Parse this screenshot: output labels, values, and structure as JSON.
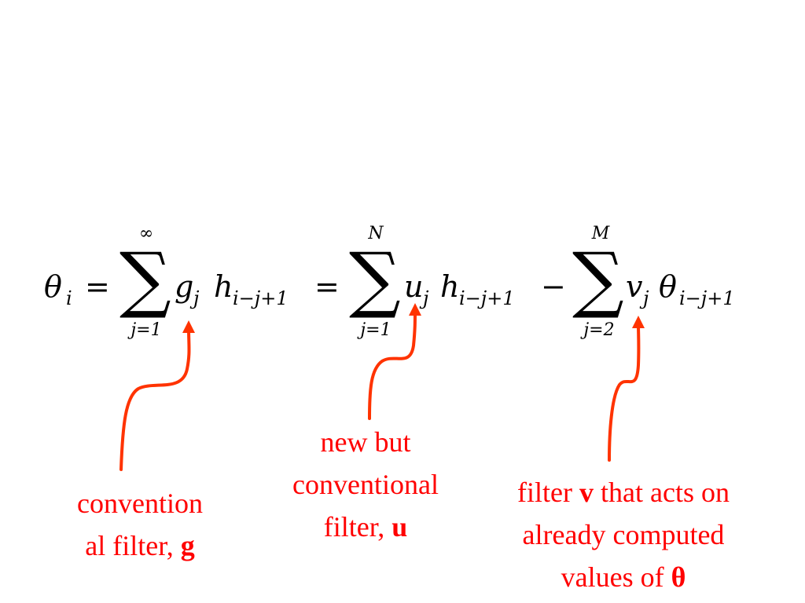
{
  "equation": {
    "lhs_symbol": "θ",
    "lhs_sub": "i",
    "eq": "=",
    "minus": "−",
    "sum_symbol": "∑",
    "sum1": {
      "upper": "∞",
      "lower": "j=1",
      "coef": "g",
      "coef_sub": "j",
      "term": "h",
      "term_sub": "i−j+1"
    },
    "sum2": {
      "upper": "N",
      "lower": "j=1",
      "coef": "u",
      "coef_sub": "j",
      "term": "h",
      "term_sub": "i−j+1"
    },
    "sum3": {
      "upper": "M",
      "lower": "j=2",
      "coef": "v",
      "coef_sub": "j",
      "term": "θ",
      "term_sub": "i−j+1"
    }
  },
  "annotations": {
    "g": {
      "line1": "convention",
      "line2_prefix": "al filter, ",
      "line2_bold": "g"
    },
    "u": {
      "line1": "new but",
      "line2": "conventional",
      "line3_prefix": "filter, ",
      "line3_bold": "u"
    },
    "v": {
      "line1_prefix": "filter ",
      "line1_bold": "v",
      "line1_suffix": " that acts on",
      "line2": "already computed",
      "line3_prefix": "values of ",
      "line3_bold": "θ"
    }
  },
  "colors": {
    "annotation": "#ff0000",
    "arrow": "#ff3300",
    "equation": "#000000"
  }
}
